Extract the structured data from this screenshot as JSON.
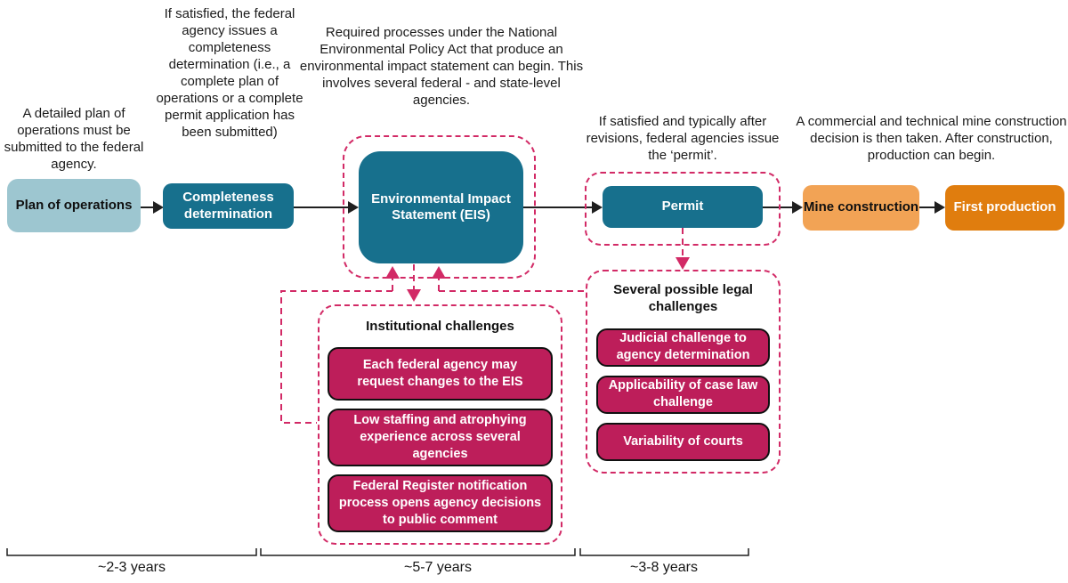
{
  "colors": {
    "teal": "#17708d",
    "light_blue": "#9dc6d0",
    "crimson": "#bd1e5a",
    "pink_dash": "#d22a66",
    "light_orange": "#f2a355",
    "dark_orange": "#e07d0e",
    "line_dark": "#1f1f1f"
  },
  "annotations": {
    "plan": "A detailed plan of operations must be submitted to the federal agency.",
    "completeness": "If satisfied, the federal agency issues a completeness determination (i.e., a complete plan of operations or a complete permit application has been submitted)",
    "eis": "Required processes under the National Environmental Policy Act that produce an environmental impact statement can begin. This involves several federal - and state-level agencies.",
    "permit": "If satisfied and typically after revisions, federal agencies issue the ‘permit’.",
    "construction": "A commercial and technical mine construction decision is then taken. After construction, production can begin."
  },
  "process_boxes": {
    "plan": "Plan of operations",
    "completeness": "Completeness determination",
    "eis": "Environmental Impact Statement (EIS)",
    "permit": "Permit",
    "mine_construction": "Mine construction",
    "first_production": "First production"
  },
  "institutional_challenges": {
    "title": "Institutional challenges",
    "items": [
      "Each federal agency may request changes to the EIS",
      "Low staffing and atrophying experience across several agencies",
      "Federal Register notification process opens agency decisions to public comment"
    ]
  },
  "legal_challenges": {
    "title": "Several possible legal challenges",
    "items": [
      "Judicial challenge to agency determination",
      "Applicability of case law challenge",
      "Variability of courts"
    ]
  },
  "timeline": {
    "phase1": "~2-3 years",
    "phase2": "~5-7 years",
    "phase3": "~3-8 years"
  }
}
